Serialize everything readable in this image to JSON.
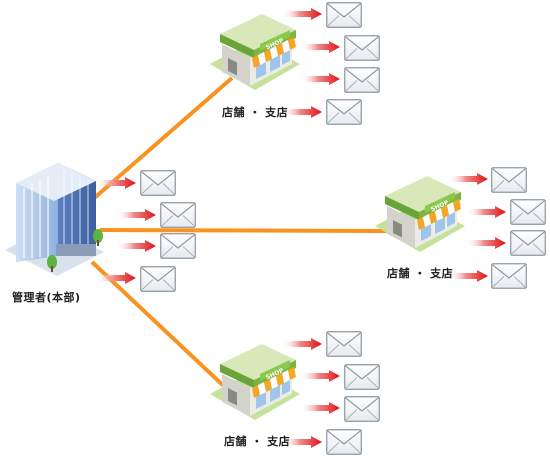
{
  "headquarters": {
    "label": "管理者(本部)"
  },
  "stores": [
    {
      "label": "店舗 ・ 支店"
    },
    {
      "label": "店舗 ・ 支店"
    },
    {
      "label": "店舗 ・ 支店"
    }
  ],
  "icons": {
    "building": "office-building-icon",
    "store": "shop-icon",
    "mail": "envelope-icon",
    "arrow": "red-arrow-icon"
  },
  "colors": {
    "connector": "#f7931e",
    "arrow": "#dd1111",
    "store_roof": "#7cb342",
    "awning_orange": "#f5a623",
    "building_blue": "#6b8cc9"
  }
}
